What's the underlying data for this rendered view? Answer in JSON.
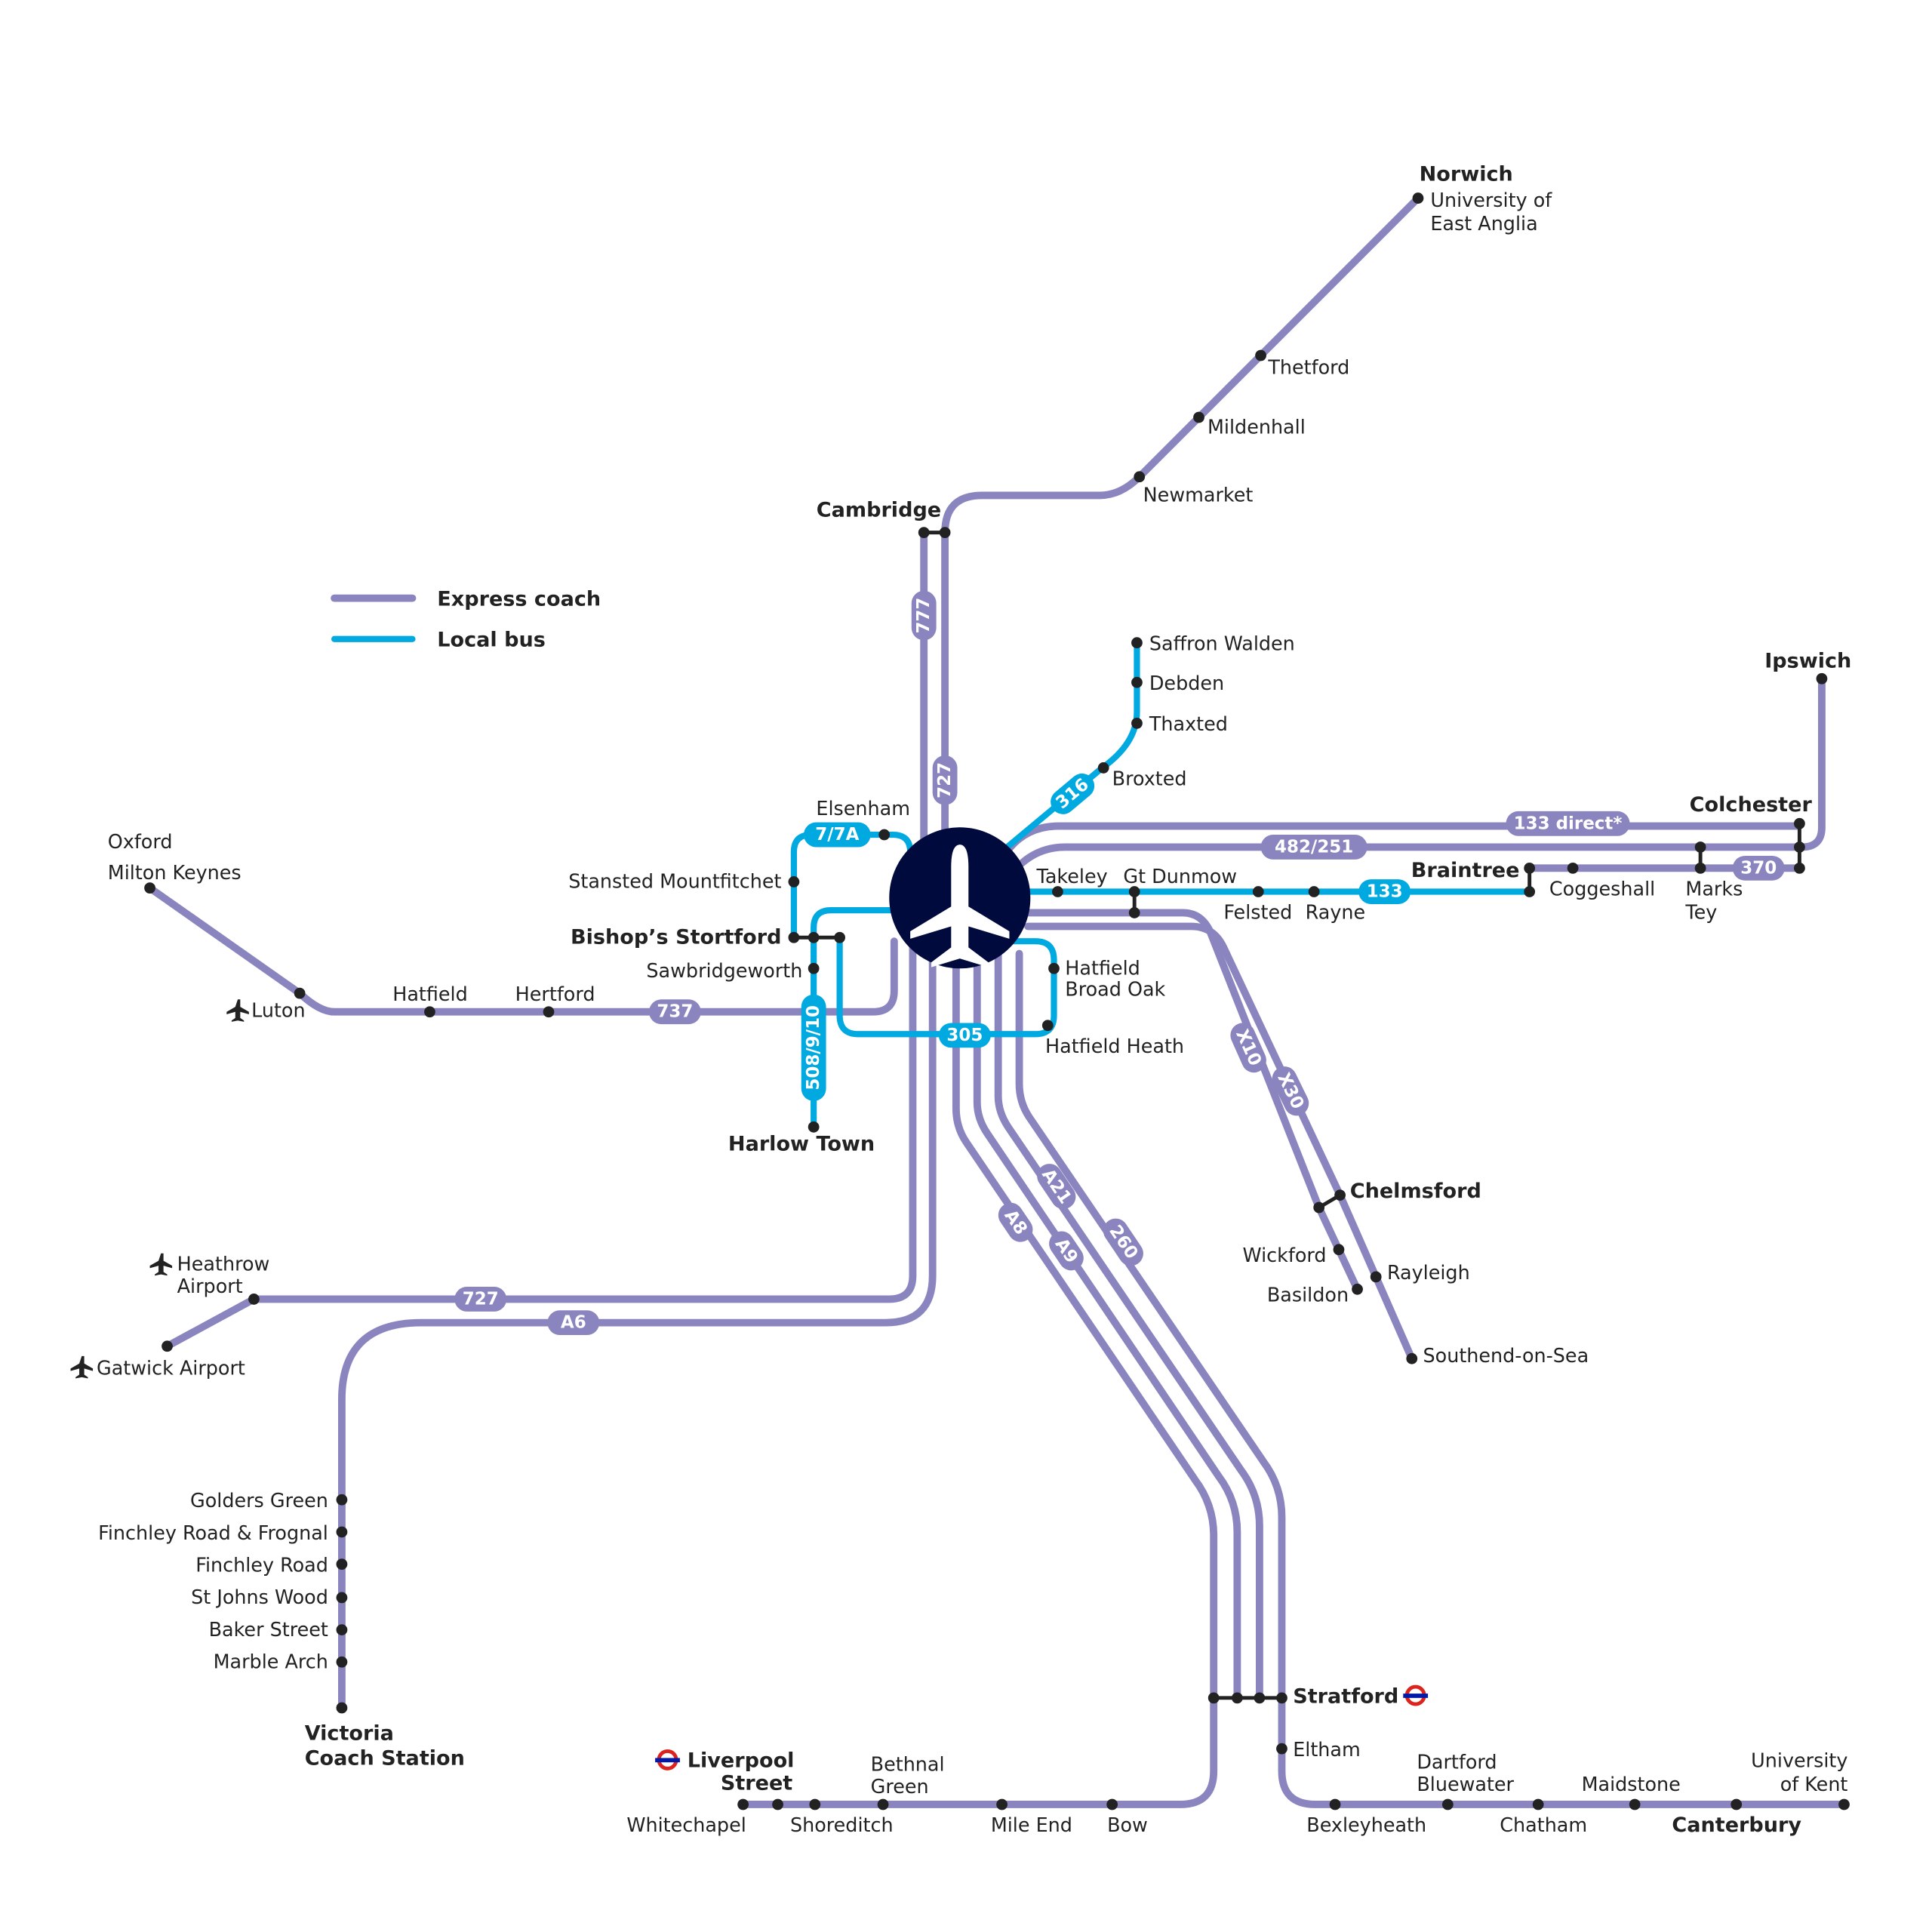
{
  "legend": {
    "express": "Express coach",
    "local": "Local bus"
  },
  "colors": {
    "express": "#8b85bf",
    "local": "#00a9e0",
    "airport": "#000a3c",
    "stop": "#222222"
  },
  "routes": {
    "r777": "777",
    "r727n": "727",
    "r316": "316",
    "r7": "7/7A",
    "r133d": "133 direct*",
    "r482": "482/251",
    "r370": "370",
    "r133": "133",
    "r737": "737",
    "r508": "508/9/10",
    "r305": "305",
    "x10": "X10",
    "x30": "X30",
    "a21": "A21",
    "a8": "A8",
    "a9": "A9",
    "r260": "260",
    "r727s": "727",
    "a6": "A6"
  },
  "stations": {
    "norwich": "Norwich",
    "uea1": "University of",
    "uea2": "East Anglia",
    "thetford": "Thetford",
    "mildenhall": "Mildenhall",
    "newmarket": "Newmarket",
    "cambridge": "Cambridge",
    "saffron": "Saffron Walden",
    "debden": "Debden",
    "thaxted": "Thaxted",
    "broxted": "Broxted",
    "ipswich": "Ipswich",
    "colchester": "Colchester",
    "braintree": "Braintree",
    "coggeshall": "Coggeshall",
    "marks1": "Marks",
    "marks2": "Tey",
    "takeley": "Takeley",
    "dunmow": "Gt Dunmow",
    "felsted": "Felsted",
    "rayne": "Rayne",
    "elsenham": "Elsenham",
    "stansted": "Stansted Mountfitchet",
    "bishops": "Bishop’s Stortford",
    "sawbridgeworth": "Sawbridgeworth",
    "hbo1": "Hatfield",
    "hbo2": "Broad Oak",
    "hheath": "Hatfield Heath",
    "harlow": "Harlow Town",
    "oxford": "Oxford",
    "mk": "Milton Keynes",
    "luton": "Luton",
    "hatfield": "Hatfield",
    "hertford": "Hertford",
    "chelmsford": "Chelmsford",
    "wickford": "Wickford",
    "rayleigh": "Rayleigh",
    "basildon": "Basildon",
    "southend": "Southend-on-Sea",
    "heathrow1": "Heathrow",
    "heathrow2": "Airport",
    "gatwick": "Gatwick Airport",
    "golders": "Golders Green",
    "frognal": "Finchley Road & Frognal",
    "finchley": "Finchley Road",
    "stjohns": "St Johns Wood",
    "baker": "Baker Street",
    "marble": "Marble Arch",
    "victoria1": "Victoria",
    "victoria2": "Coach Station",
    "stratford": "Stratford",
    "eltham": "Eltham",
    "liverpool1": "Liverpool",
    "liverpool2": "Street",
    "bethnal1": "Bethnal",
    "bethnal2": "Green",
    "whitechapel": "Whitechapel",
    "shoreditch": "Shoreditch",
    "mileend": "Mile End",
    "bow": "Bow",
    "dartford1": "Dartford",
    "dartford2": "Bluewater",
    "maidstone": "Maidstone",
    "uok1": "University",
    "uok2": "of Kent",
    "bexleyheath": "Bexleyheath",
    "chatham": "Chatham",
    "canterbury": "Canterbury"
  }
}
